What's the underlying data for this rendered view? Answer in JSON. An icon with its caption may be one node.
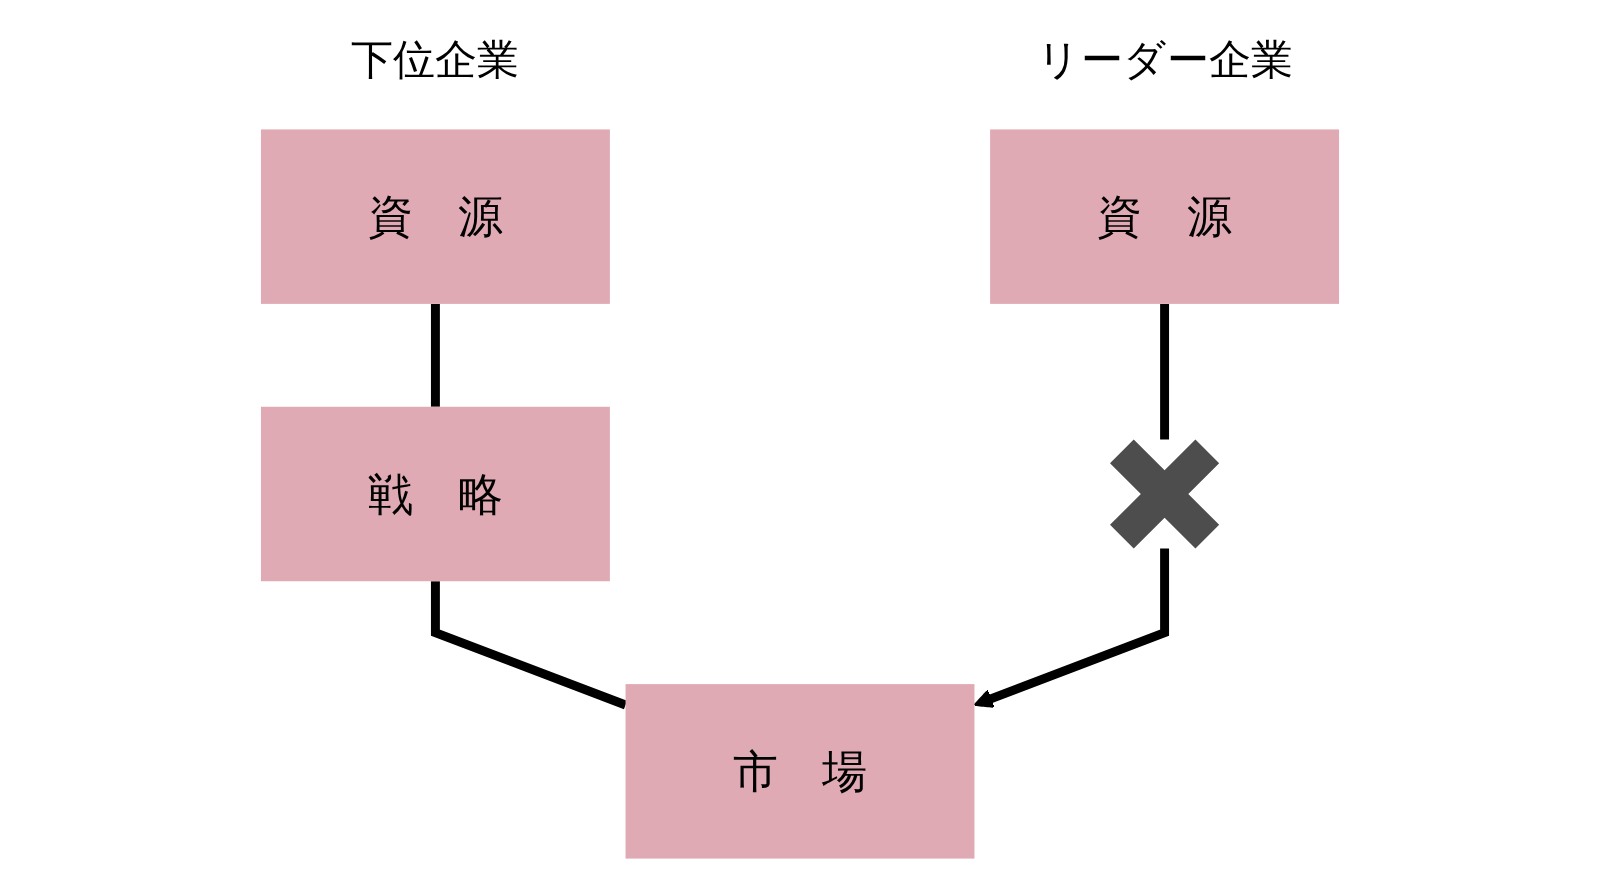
{
  "diagram": {
    "nodes": [
      {
        "text": [
          "資　源"
        ]
      },
      {
        "text": [
          "戦　略"
        ]
      },
      {
        "text": [
          "市　場"
        ]
      },
      {
        "text": [
          "資　源"
        ]
      },
      {
        "text": [],
        "shape": "cross"
      }
    ],
    "edges": [
      {
        "from": 0,
        "to": 1,
        "arrow": "none"
      },
      {
        "from": 1,
        "to": 2,
        "arrow": "none"
      },
      {
        "from": 3,
        "to": 4,
        "arrow": "none"
      },
      {
        "from": 4,
        "to": 2,
        "arrow": "to"
      }
    ],
    "labels": [
      "下位企業",
      "リーダー企業"
    ]
  }
}
